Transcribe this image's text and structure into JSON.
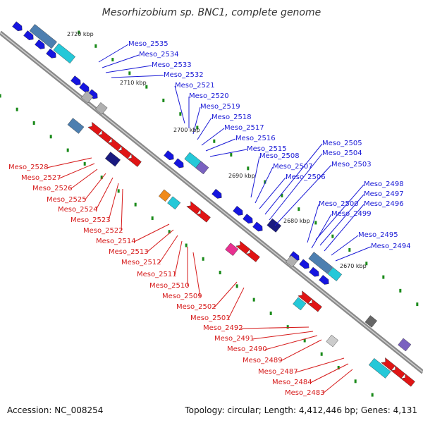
{
  "title": "Mesorhizobium sp. BNC1, complete genome",
  "footer": {
    "accession": "Accession: NC_008254",
    "info": "Topology: circular; Length: 4,412,446 bp; Genes: 4,131"
  },
  "colors": {
    "blue_label": "#1a1ad6",
    "red_label": "#d61a1a",
    "backbone": "#888888"
  },
  "kbp_ticks": [
    "2720 kbp",
    "2710 kbp",
    "2700 kbp",
    "2690 kbp",
    "2680 kbp",
    "2670 kbp"
  ],
  "genes_blue": [
    "Meso_2535",
    "Meso_2534",
    "Meso_2533",
    "Meso_2532",
    "Meso_2521",
    "Meso_2520",
    "Meso_2519",
    "Meso_2518",
    "Meso_2517",
    "Meso_2516",
    "Meso_2515",
    "Meso_2508",
    "Meso_2507",
    "Meso_2506",
    "Meso_2505",
    "Meso_2504",
    "Meso_2503",
    "Meso_2498",
    "Meso_2497",
    "Meso_2496",
    "Meso_2500",
    "Meso_2499",
    "Meso_2495",
    "Meso_2494"
  ],
  "genes_red": [
    "Meso_2528",
    "Meso_2527",
    "Meso_2526",
    "Meso_2525",
    "Meso_2524",
    "Meso_2523",
    "Meso_2522",
    "Meso_2514",
    "Meso_2513",
    "Meso_2512",
    "Meso_2511",
    "Meso_2510",
    "Meso_2509",
    "Meso_2502",
    "Meso_2501",
    "Meso_2492",
    "Meso_2491",
    "Meso_2490",
    "Meso_2489",
    "Meso_2487",
    "Meso_2484",
    "Meso_2483"
  ]
}
